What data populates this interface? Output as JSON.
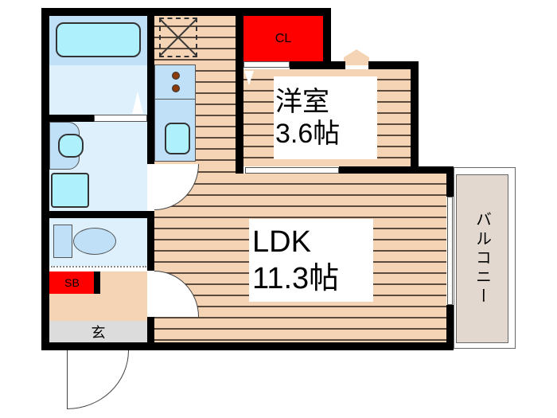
{
  "floorplan": {
    "rooms": {
      "western": {
        "name": "洋室",
        "size": "3.6帖"
      },
      "ldk": {
        "name": "LDK",
        "size": "11.3帖"
      },
      "closet": {
        "label": "CL"
      },
      "shoe_box": {
        "label": "SB"
      },
      "entrance": {
        "label": "玄"
      },
      "balcony": {
        "label": "バルコニー"
      }
    },
    "colors": {
      "wall": "#000000",
      "floor_wood": "#f4d4b4",
      "wet_area": "#ddf0fc",
      "fixture": "#aef0fc",
      "storage": "#ff0000",
      "entrance": "#dcdcdc",
      "balcony": "#e2d8d0"
    }
  }
}
